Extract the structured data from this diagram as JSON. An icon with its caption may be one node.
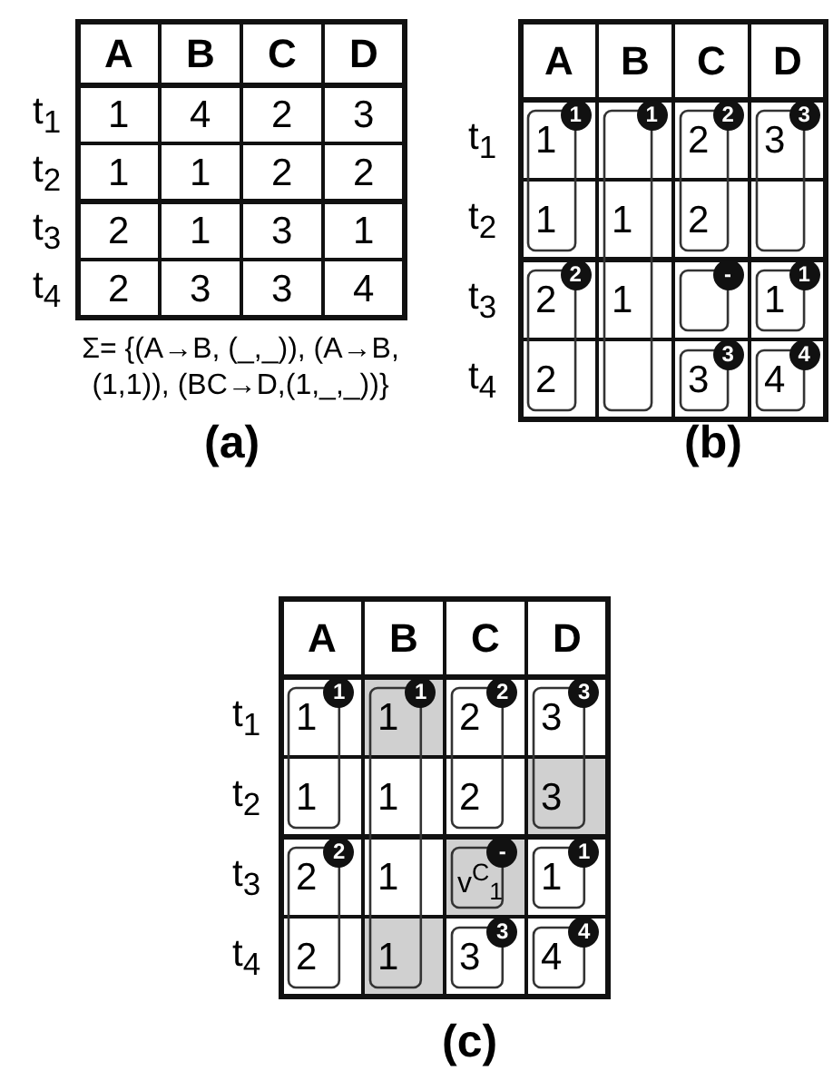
{
  "diagram": {
    "labels": [
      "A",
      "B",
      "C",
      "D",
      "t$_{1}$",
      "1",
      "4",
      "2",
      "3",
      "t$_{2}$",
      "1",
      "1",
      "2",
      "2",
      "t$_{3}$",
      "2",
      "1",
      "3",
      "1",
      "t$_{4}$",
      "2",
      "3",
      "3",
      "4",
      "Σ= {(A→B, (_,_)), (A→B, (1,1)), (BC→D,(1,_,_))}",
      "(a)",
      "A",
      "B",
      "C",
      "D",
      "t$_{1}$",
      "1",
      "1",
      "1",
      "2",
      "2",
      "3",
      "3",
      "t$_{2}$",
      "1",
      "1",
      "2",
      "t$_{3}$",
      "2",
      "2",
      "1",
      "-",
      "1",
      "1",
      "t$_{4}$",
      "2",
      "3",
      "3",
      "4",
      "4",
      "(b)",
      "A",
      "B",
      "C",
      "D",
      "t$_{1}$",
      "1",
      "1",
      "1",
      "1",
      "2",
      "2",
      "3",
      "3",
      "t$_{2}$",
      "1",
      "1",
      "2",
      "3",
      "t$_{3}$",
      "2",
      "2",
      "1",
      "v$^{C}$$_{1}$",
      "-",
      "1",
      "1",
      "t$_{4}$",
      "2",
      "1",
      "3",
      "3",
      "4",
      "4",
      "(c)"
    ]
  }
}
